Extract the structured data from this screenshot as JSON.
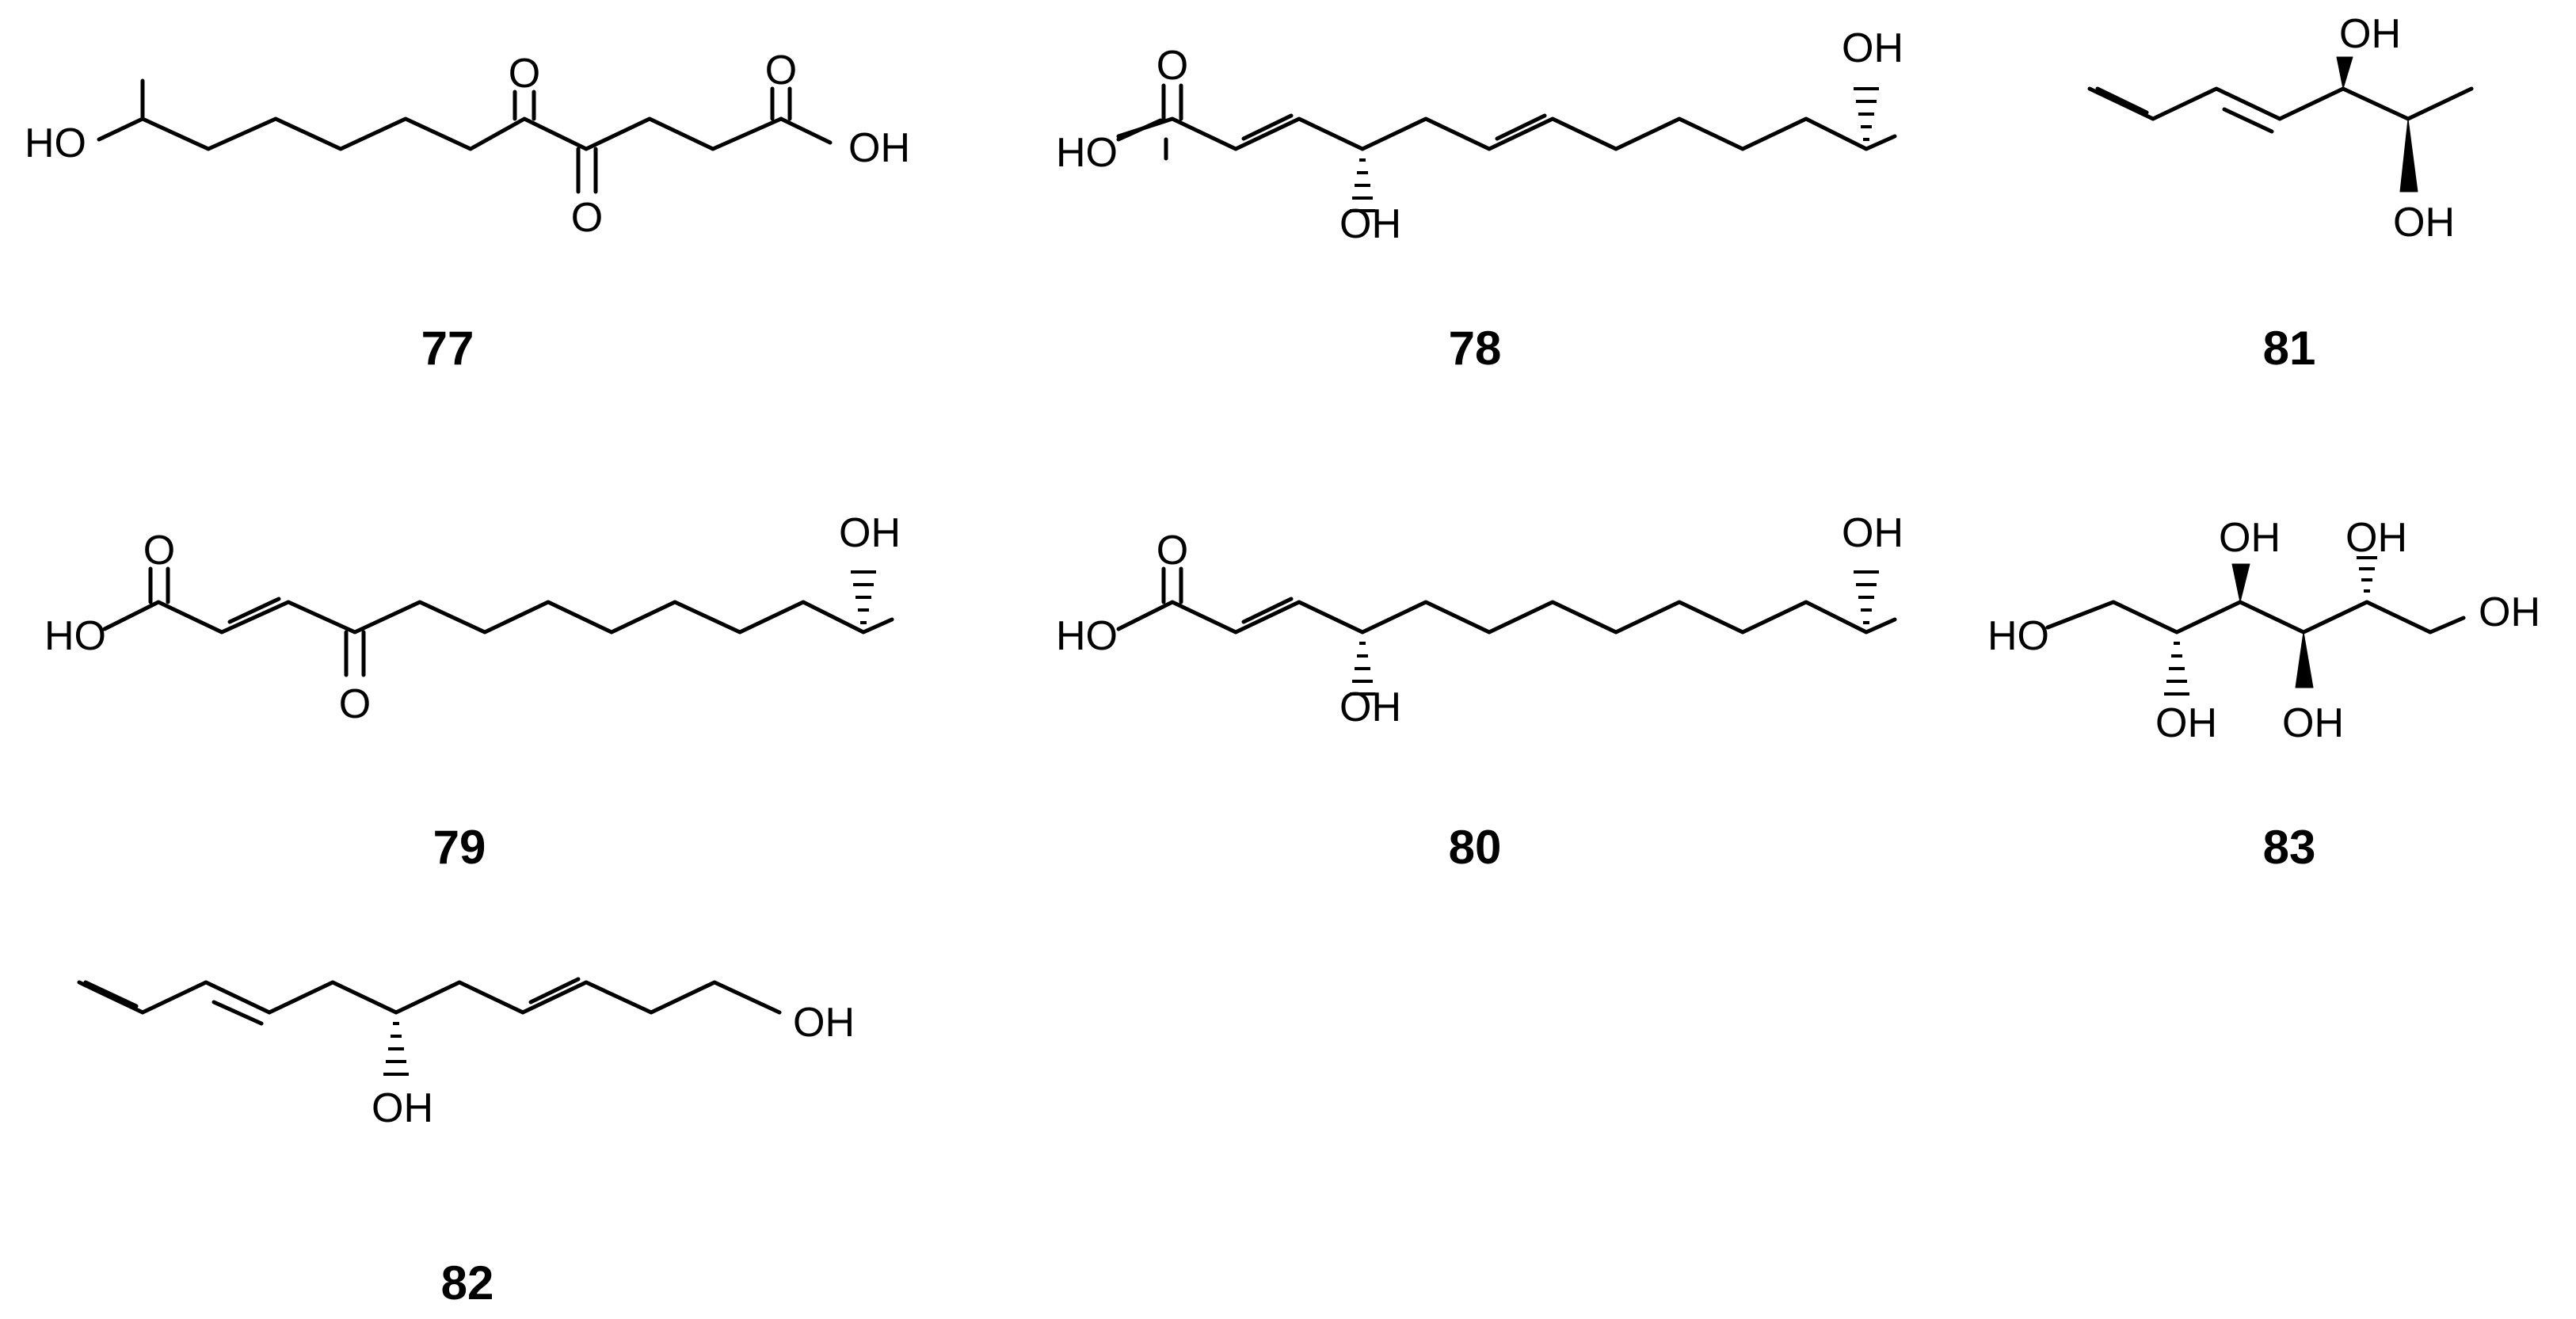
{
  "figure": {
    "background": "#ffffff",
    "ink": "#000000"
  },
  "compounds": [
    {
      "id": "77",
      "label": "77",
      "atoms": {
        "hydroxyl": "HO",
        "keto_a": "O",
        "keto_b": "O",
        "acid_o": "O",
        "acid_oh": "OH"
      }
    },
    {
      "id": "78",
      "label": "78",
      "atoms": {
        "acid_o": "O",
        "acid_oh": "HO",
        "oh_allylic": "OH",
        "oh_terminal": "OH"
      }
    },
    {
      "id": "81",
      "label": "81",
      "atoms": {
        "oh_upper": "OH",
        "oh_lower": "OH"
      }
    },
    {
      "id": "79",
      "label": "79",
      "atoms": {
        "acid_o": "O",
        "acid_oh": "HO",
        "keto": "O",
        "oh_terminal": "OH"
      }
    },
    {
      "id": "80",
      "label": "80",
      "atoms": {
        "acid_o": "O",
        "acid_oh": "HO",
        "oh_allylic": "OH",
        "oh_terminal": "OH"
      }
    },
    {
      "id": "83",
      "label": "83",
      "atoms": {
        "oh_left": "HO",
        "oh_c2": "OH",
        "oh_c3": "OH",
        "oh_c4": "OH",
        "oh_c5": "OH",
        "oh_right": "OH"
      }
    },
    {
      "id": "82",
      "label": "82",
      "atoms": {
        "oh_center": "OH",
        "oh_end": "OH"
      }
    }
  ]
}
